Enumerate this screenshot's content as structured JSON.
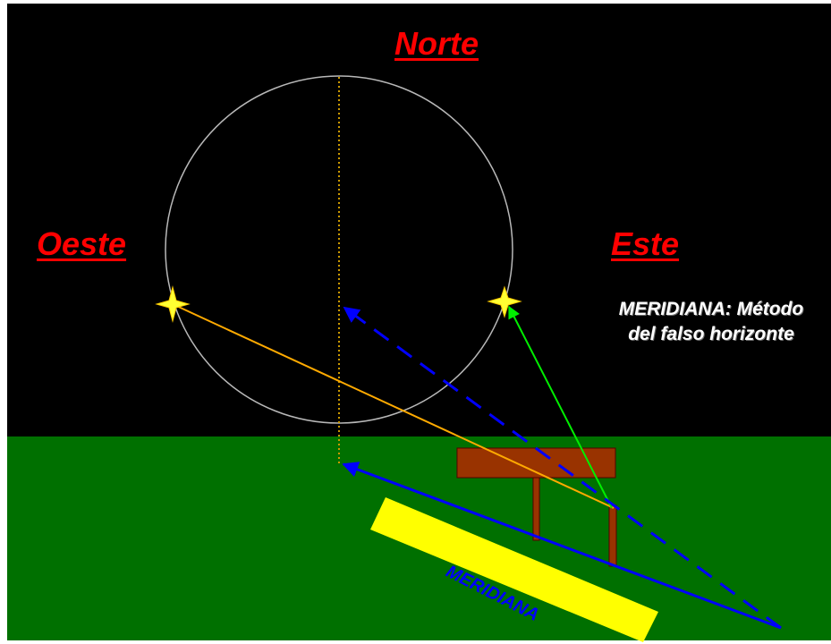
{
  "directions": {
    "north": "Norte",
    "west": "Oeste",
    "east": "Este"
  },
  "title": {
    "line1": "MERIDIANA: Método",
    "line2": "del falso horizonte"
  },
  "meridian_label": "MERIDIANA",
  "colors": {
    "sky": "#000000",
    "ground": "#007000",
    "cardinal_text": "#ff0000",
    "circle": "#b8b8b8",
    "star": "#ffff33",
    "orange_line": "#ffaa00",
    "green_line": "#00ee00",
    "blue_line": "#0000ff",
    "table": "#993300",
    "meridian_bar": "#ffff00"
  }
}
